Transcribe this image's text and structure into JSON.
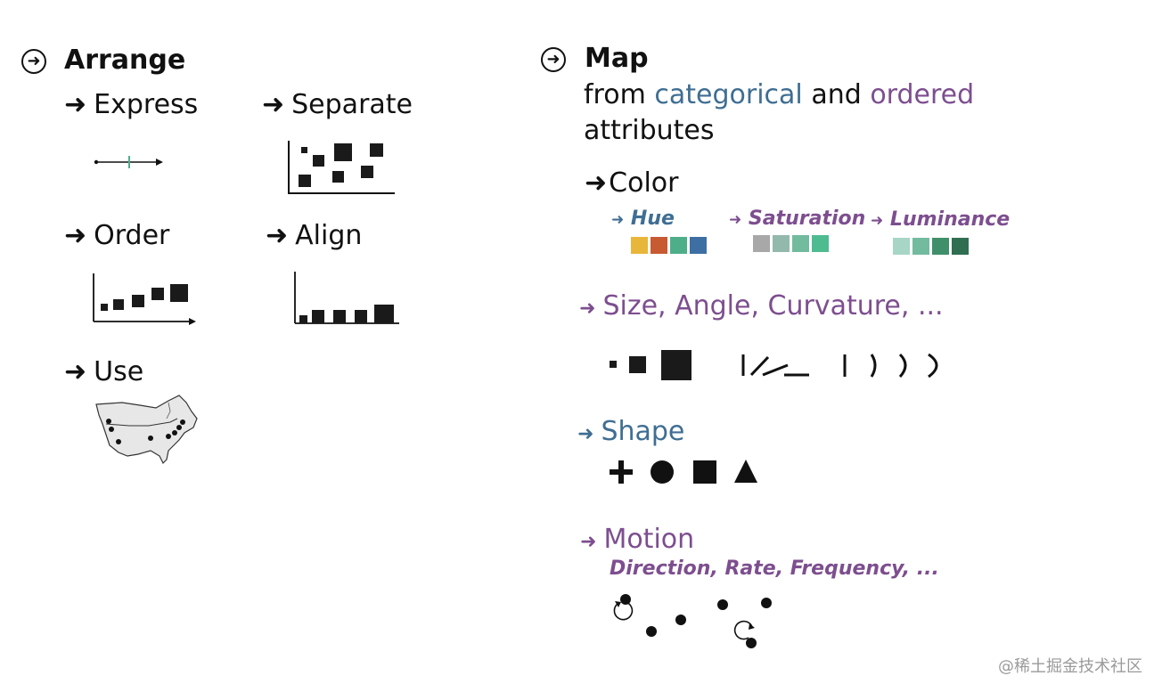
{
  "arrange": {
    "title": "Arrange",
    "items": {
      "express": "Express",
      "separate": "Separate",
      "order": "Order",
      "align": "Align",
      "use": "Use"
    }
  },
  "map": {
    "title": "Map",
    "subtitle_pre": "from",
    "subtitle_categorical": "categorical",
    "subtitle_and": "and",
    "subtitle_ordered": "ordered",
    "subtitle_post": "attributes",
    "color": {
      "label": "Color",
      "hue": {
        "label": "Hue",
        "swatches": [
          "#e8b63a",
          "#c85a32",
          "#4fae8a",
          "#3d6fa3"
        ]
      },
      "saturation": {
        "label": "Saturation",
        "swatches": [
          "#a8a8a8",
          "#93b9ad",
          "#72bb9f",
          "#4fbb90"
        ]
      },
      "luminance": {
        "label": "Luminance",
        "swatches": [
          "#a7d5c6",
          "#72bb9f",
          "#3f8f6a",
          "#2f6e50"
        ]
      }
    },
    "size": {
      "label": "Size, Angle, Curvature, ..."
    },
    "shape": {
      "label": "Shape"
    },
    "motion": {
      "label": "Motion",
      "sub": "Direction, Rate, Frequency, ..."
    }
  },
  "colors": {
    "purple": "#7d4e8f",
    "blue": "#3f6e93",
    "express_tick": "#4fae8a"
  },
  "watermark": "@稀土掘金技术社区"
}
